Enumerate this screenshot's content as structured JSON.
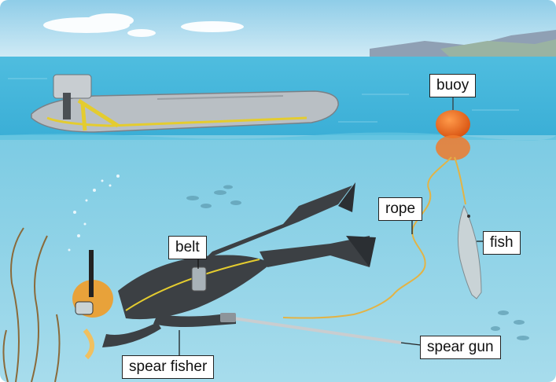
{
  "labels": {
    "buoy": "buoy",
    "rope": "rope",
    "fish": "fish",
    "belt": "belt",
    "spear_gun": "spear gun",
    "spear_fisher": "spear fisher"
  },
  "colors": {
    "sky": "#a9d9ee",
    "sea_surface": "#56c2e0",
    "underwater": "#8dd2e6",
    "boat": "#b9bfc4",
    "boat_trim": "#e4cc2f",
    "buoy": "#e8651e",
    "wetsuit": "#3c4044",
    "rope": "#e3b345"
  }
}
